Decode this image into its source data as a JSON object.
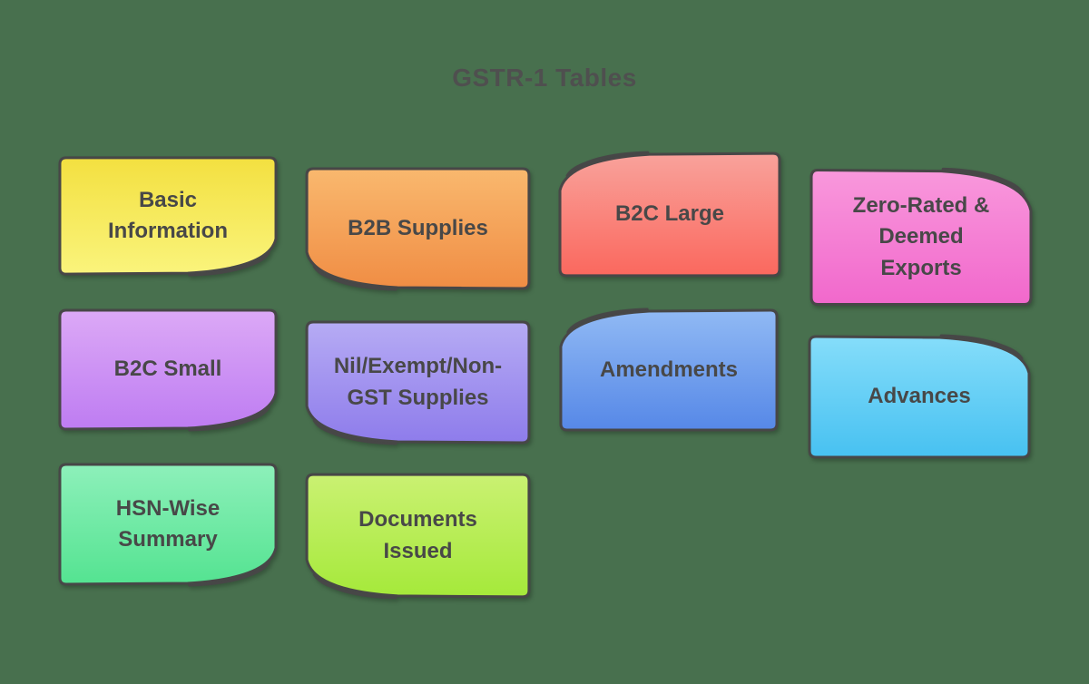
{
  "page": {
    "background_color": "#48704E",
    "title": "GSTR-1 Tables",
    "title_color": "#4F4F4F"
  },
  "style": {
    "note_border_color": "#474747",
    "note_label_color": "#484848"
  },
  "cards": [
    {
      "id": "basic-information",
      "label": "Basic\nInformation",
      "fold_corner": "bottom-right",
      "color_top": "#F3E040",
      "color_bottom": "#FAF47C"
    },
    {
      "id": "b2b-supplies",
      "label": "B2B Supplies",
      "fold_corner": "bottom-left",
      "color_top": "#F9B86E",
      "color_bottom": "#F08D44"
    },
    {
      "id": "b2c-large",
      "label": "B2C Large",
      "fold_corner": "top-left",
      "color_top": "#F9A29B",
      "color_bottom": "#FA685E"
    },
    {
      "id": "zero-rated-deemed-exports",
      "label": "Zero-Rated &\nDeemed\nExports",
      "fold_corner": "top-right",
      "color_top": "#F998DC",
      "color_bottom": "#F168CC"
    },
    {
      "id": "b2c-small",
      "label": "B2C Small",
      "fold_corner": "bottom-right",
      "color_top": "#DCA9F6",
      "color_bottom": "#BE7CF2"
    },
    {
      "id": "nil-exempt-non-gst-supplies",
      "label": "Nil/Exempt/Non-\nGST Supplies",
      "fold_corner": "bottom-left",
      "color_top": "#B6ABF4",
      "color_bottom": "#8E7CEB"
    },
    {
      "id": "amendments",
      "label": "Amendments",
      "fold_corner": "top-left",
      "color_top": "#90B9F4",
      "color_bottom": "#5688E7"
    },
    {
      "id": "advances",
      "label": "Advances",
      "fold_corner": "top-right",
      "color_top": "#85DDFA",
      "color_bottom": "#47C1F1"
    },
    {
      "id": "hsn-wise-summary",
      "label": "HSN-Wise\nSummary",
      "fold_corner": "bottom-right",
      "color_top": "#8DF0BA",
      "color_bottom": "#54E391"
    },
    {
      "id": "documents-issued",
      "label": "Documents\nIssued",
      "fold_corner": "bottom-left",
      "color_top": "#CAF172",
      "color_bottom": "#A5E93A"
    }
  ]
}
